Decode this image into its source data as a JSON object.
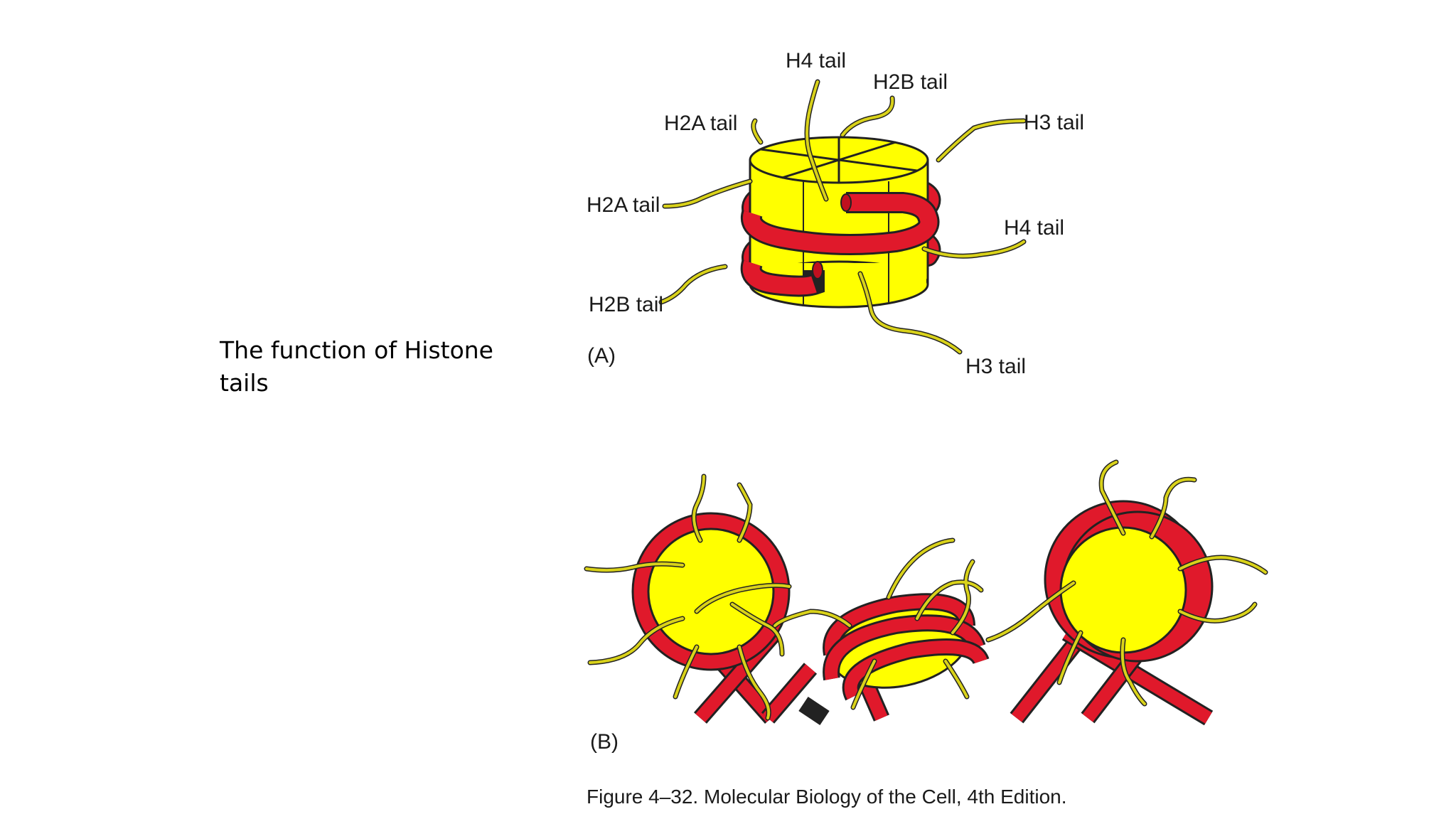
{
  "slide": {
    "title": "The function of Histone tails"
  },
  "figure": {
    "colors": {
      "dna": "#e0192b",
      "core": "#ffff00",
      "tail": "#d9d21a",
      "outline": "#222222"
    },
    "panel_a": {
      "panel_label": "(A)",
      "labels": {
        "h4_top": "H4 tail",
        "h2b_top": "H2B tail",
        "h2a_upper": "H2A tail",
        "h3_upper": "H3 tail",
        "h2a_left": "H2A tail",
        "h4_right": "H4 tail",
        "h2b_left": "H2B tail",
        "h3_bottom": "H3 tail"
      }
    },
    "panel_b": {
      "panel_label": "(B)"
    },
    "caption": "Figure 4–32. Molecular Biology of the Cell, 4th Edition."
  }
}
